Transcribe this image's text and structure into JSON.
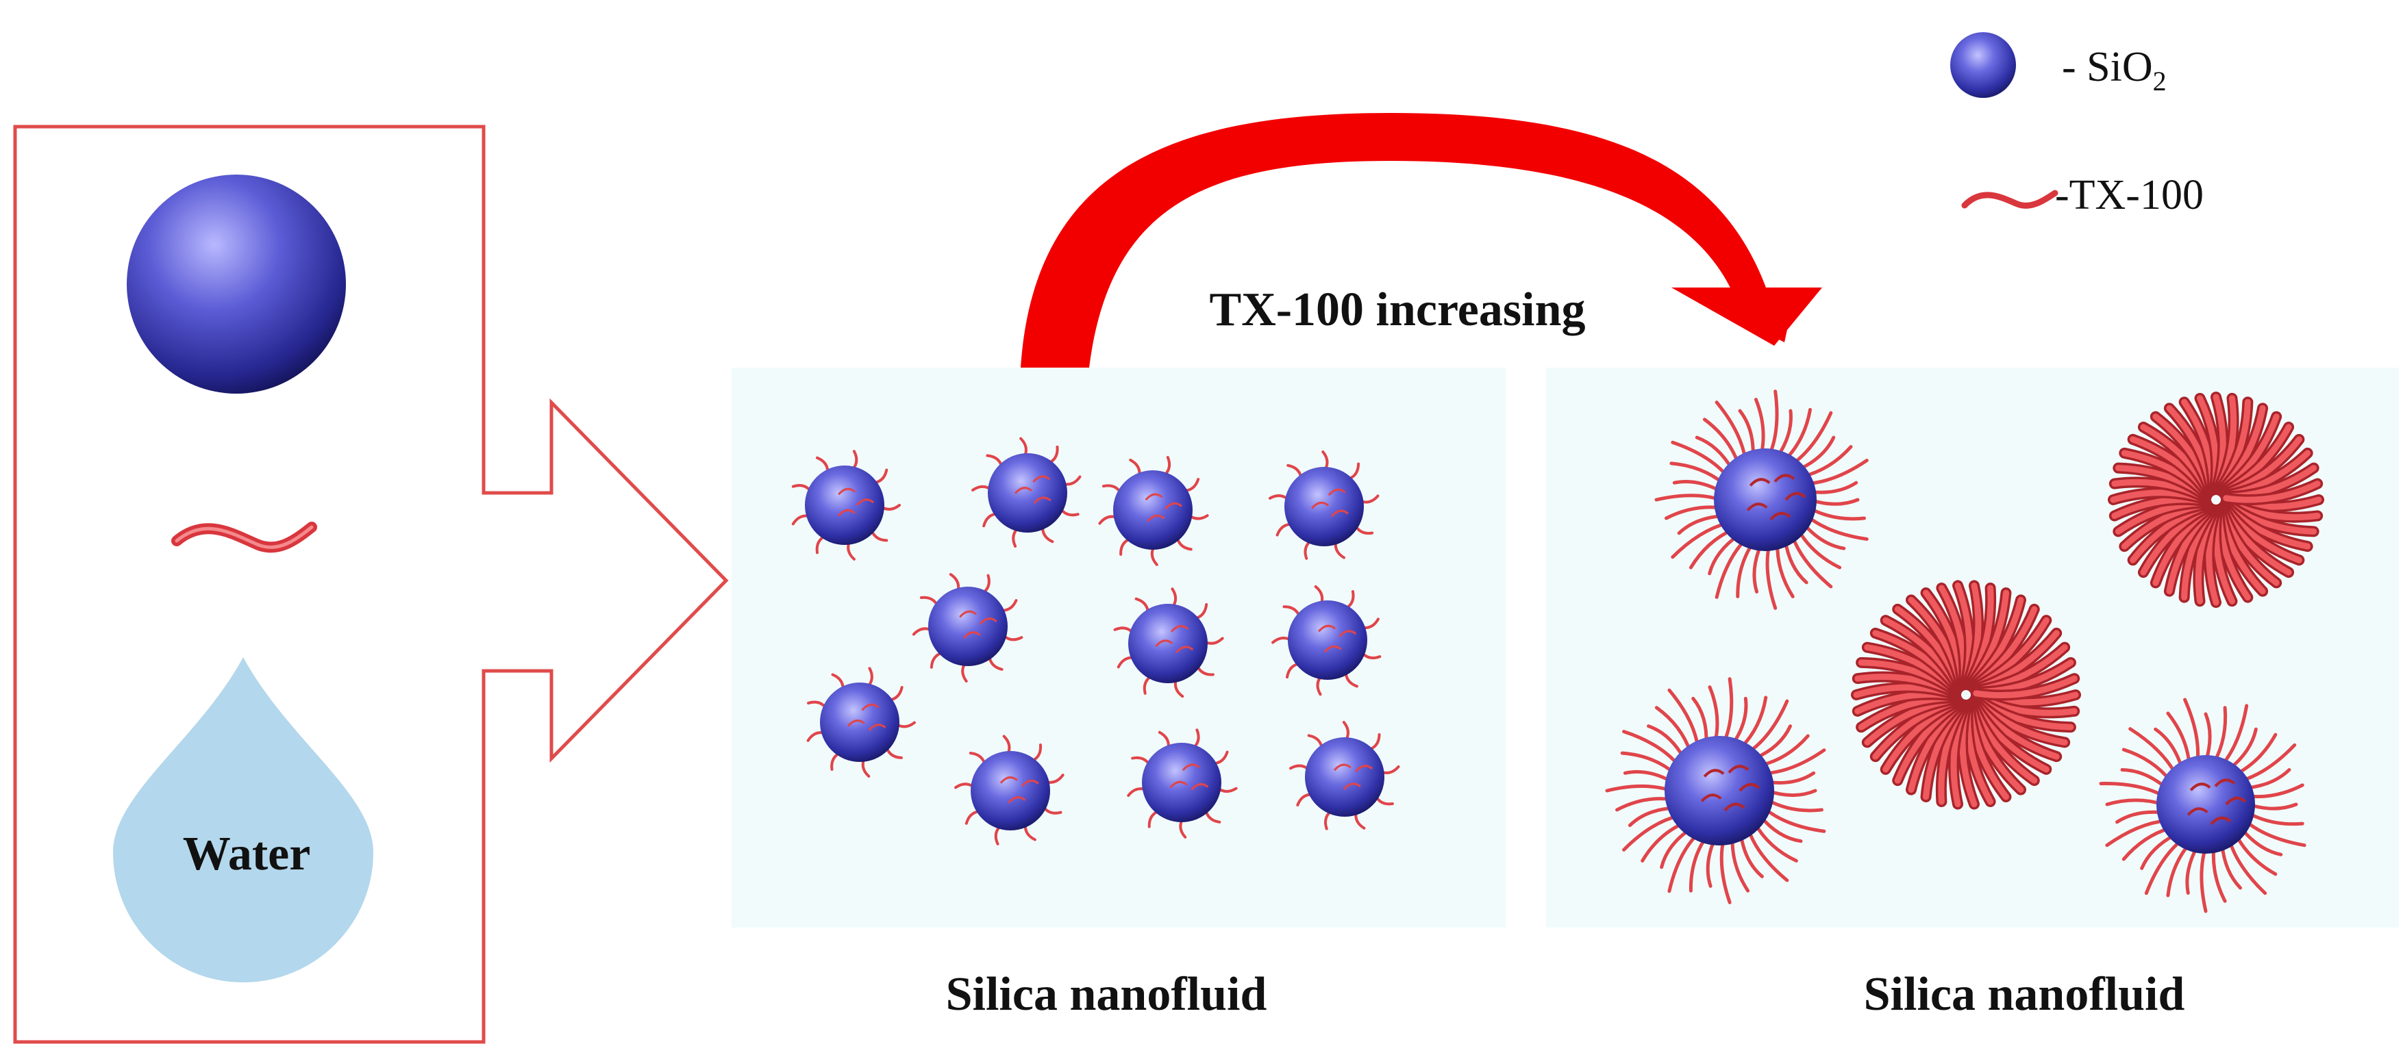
{
  "legend": {
    "sio2_label": "- SiO",
    "sio2_subscript": "2",
    "tx100_label": "-TX-100"
  },
  "inputs": {
    "water_label": "Water"
  },
  "process": {
    "arrow_label": "TX-100 increasing"
  },
  "panels": {
    "low_concentration_caption": "Silica nanofluid",
    "high_concentration_caption": "Silica nanofluid"
  },
  "colors": {
    "silica": "#4b4bc8",
    "surfactant": "#e0454a",
    "outline": "#e04b4b",
    "arrow": "#f00000",
    "water": "#b3d7ec",
    "panel_bg": "#f1fbfb"
  }
}
